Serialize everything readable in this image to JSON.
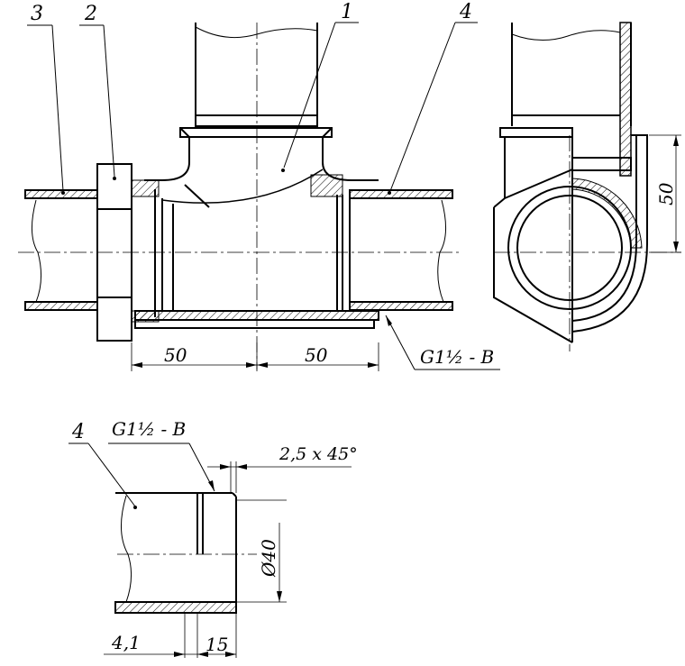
{
  "labels": {
    "part_1": "1",
    "part_2": "2",
    "part_3": "3",
    "part_4_top": "4",
    "part_4_detail": "4"
  },
  "dimensions": {
    "left_50": "50",
    "right_50": "50",
    "side_50": "50",
    "thread_top": "G1½ - B",
    "thread_detail": "G1½ - B",
    "chamfer": "2,5 x 45°",
    "diameter": "Ø40",
    "length_41": "4,1",
    "length_15": "15"
  }
}
